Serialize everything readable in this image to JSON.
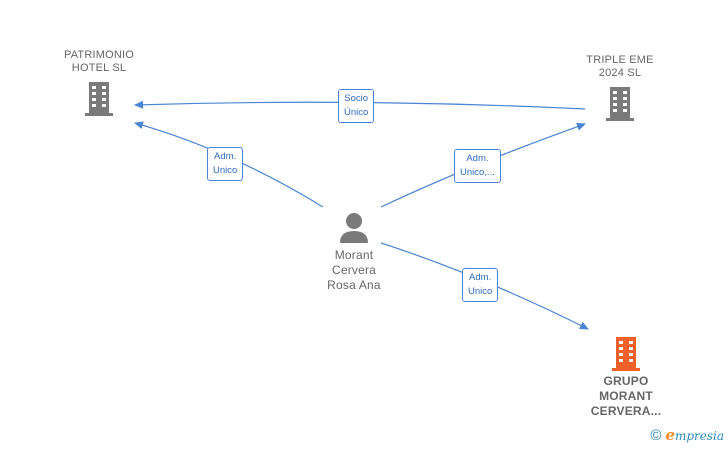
{
  "nodes": {
    "patrimonio": {
      "label": "PATRIMONIO\nHOTEL  SL"
    },
    "triple": {
      "label": "TRIPLE EME\n2024  SL"
    },
    "grupo": {
      "label": "GRUPO\nMORANT\nCERVERA..."
    },
    "person": {
      "label": "Morant\nCervera\nRosa Ana"
    }
  },
  "edges": {
    "socio": "Socio\nÚnico",
    "adm_patrimonio": "Adm.\nUnico",
    "adm_triple": "Adm.\nUnico,...",
    "adm_grupo": "Adm.\nUnico"
  },
  "colors": {
    "edge": "#4a86d4",
    "company": "#7a7a7a",
    "company_highlight": "#f0612a",
    "person": "#7a7a7a"
  },
  "footer": {
    "copyright": "©",
    "brand_initial": "e",
    "brand_rest": "mpresia"
  }
}
